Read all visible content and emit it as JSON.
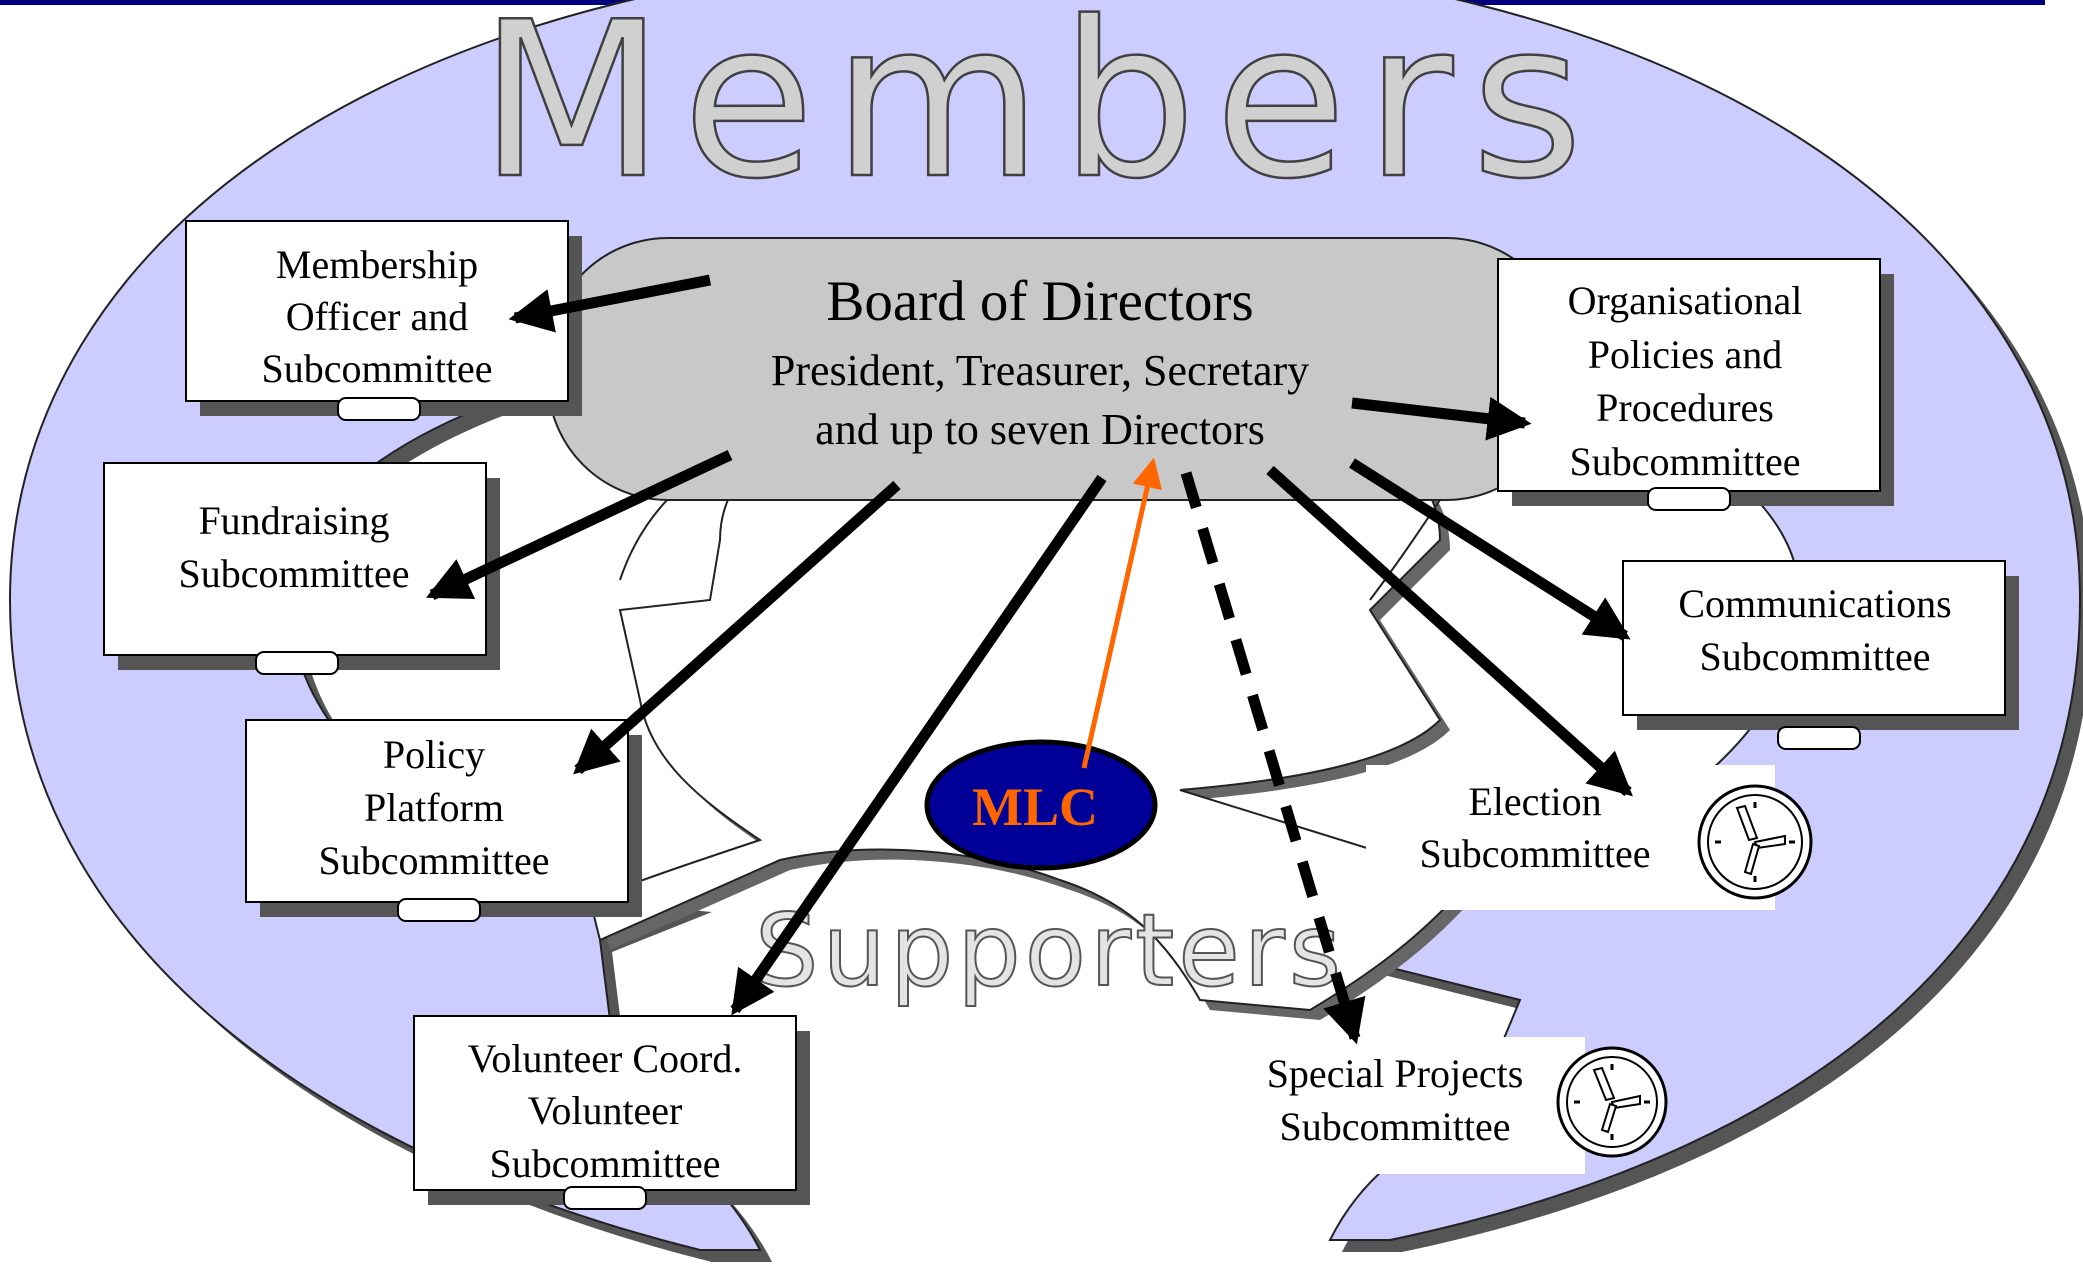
{
  "title_word": "Members",
  "supporters_word": "Supporters",
  "board": {
    "title": "Board of Directors",
    "line1": "President, Treasurer, Secretary",
    "line2": "and up to seven Directors"
  },
  "center": {
    "label": "MLC"
  },
  "boxes": {
    "membership": [
      "Membership",
      "Officer and",
      "Subcommittee"
    ],
    "fundraising": [
      "Fundraising",
      "Subcommittee"
    ],
    "policy": [
      "Policy",
      "Platform",
      "Subcommittee"
    ],
    "volunteer": [
      "Volunteer Coord.",
      "Volunteer",
      "Subcommittee"
    ],
    "organisational": [
      "Organisational",
      "Policies and",
      "Procedures",
      "Subcommittee"
    ],
    "communications": [
      "Communications",
      "Subcommittee"
    ],
    "election": [
      "Election",
      "Subcommittee"
    ],
    "special": [
      "Special Projects",
      "Subcommittee"
    ]
  },
  "icons": [
    "clock-icon",
    "clock-icon"
  ],
  "colors": {
    "members_fill": "#ccccff",
    "board_fill": "#c8c8c8",
    "mlc_fill": "#000099",
    "mlc_text": "#ff6600",
    "mlc_arrow": "#ff6600",
    "top_rule": "#000080"
  }
}
